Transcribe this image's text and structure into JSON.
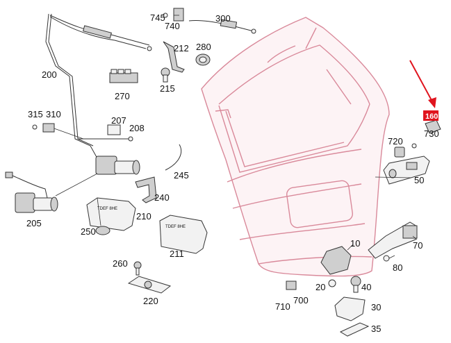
{
  "labels": {
    "l745": "745",
    "l740": "740",
    "l300": "300",
    "l212": "212",
    "l280": "280",
    "l200": "200",
    "l270": "270",
    "l215": "215",
    "l315": "315",
    "l310": "310",
    "l207": "207",
    "l208": "208",
    "l245": "245",
    "l240": "240",
    "l205": "205",
    "l210": "210",
    "l250": "250",
    "l211": "211",
    "l260": "260",
    "l220": "220",
    "l160": "160",
    "l730": "730",
    "l720": "720",
    "l50": "50",
    "l10": "10",
    "l70": "70",
    "l80": "80",
    "l20": "20",
    "l40": "40",
    "l700": "700",
    "l710": "710",
    "l30": "30",
    "l35": "35"
  },
  "stamps": {
    "part_210": "TDEF 8HE",
    "part_211": "TDEF 8HE"
  },
  "colors": {
    "outline": "#d9899a",
    "highlight": "#e0141e",
    "arrow": "#e0141e"
  },
  "highlighted_part": "160"
}
